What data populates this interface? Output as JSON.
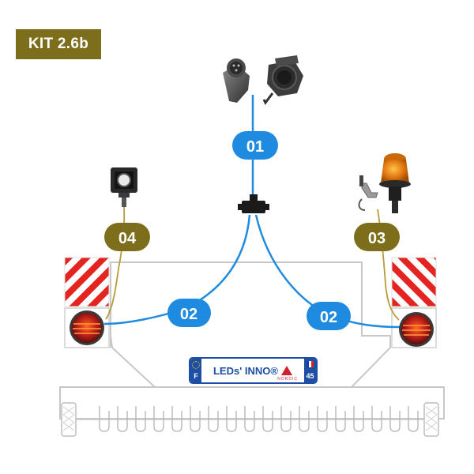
{
  "kit": {
    "label": "KIT 2.6b"
  },
  "harness": {
    "main_cable": {
      "label": "01"
    },
    "left_branch": {
      "label": "02"
    },
    "right_branch": {
      "label": "02"
    }
  },
  "accessories": {
    "work_light": {
      "label": "04"
    },
    "beacon": {
      "label": "03"
    }
  },
  "plate": {
    "left_letter": "F",
    "text": "LEDs' INNO®",
    "sub": "NORDIC",
    "right_number": "45"
  },
  "colors": {
    "kit_badge": "#7d6e1c",
    "cable_blue": "#1e8be0",
    "cable_gold": "#b79b3c",
    "gold_label": "#7d6e1c",
    "plate_blue": "#1d4fa5",
    "chevron_red": "#e42420"
  },
  "icons": [
    "trailer-plug-icon",
    "trailer-socket-icon",
    "junction-box-icon",
    "work-light-icon",
    "rotating-beacon-icon",
    "beacon-bracket-icon",
    "tail-lamp-icon",
    "warning-chevron-icon"
  ]
}
